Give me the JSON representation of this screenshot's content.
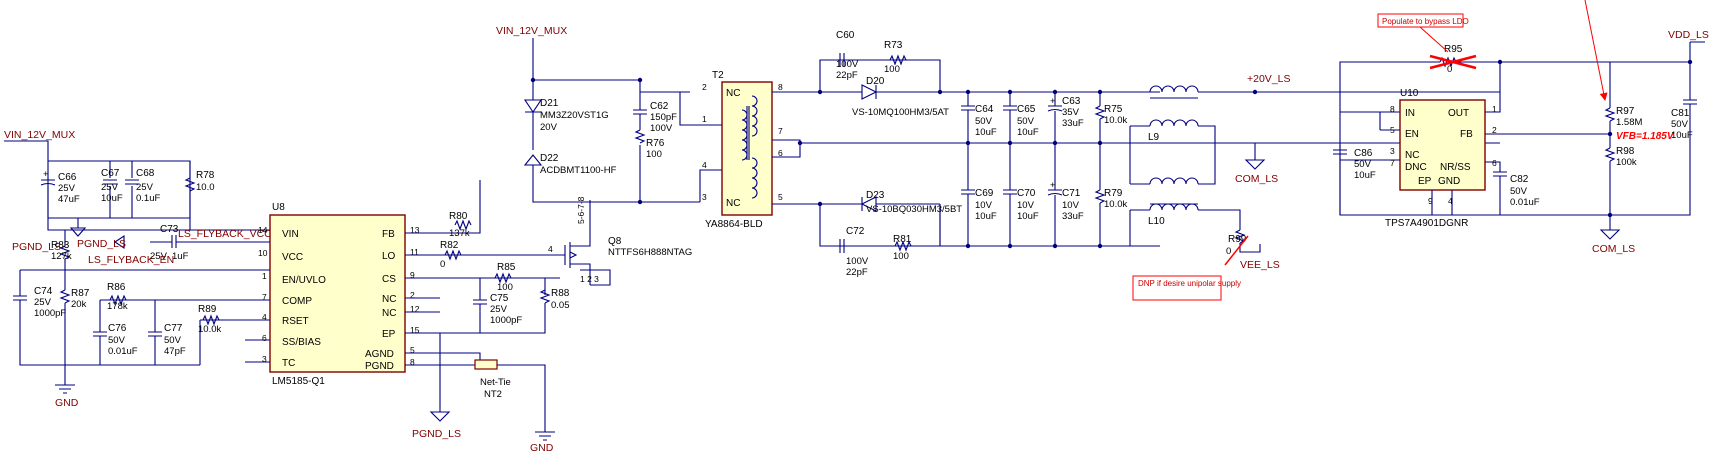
{
  "nets": {
    "vin_12v_mux_top": "VIN_12V_MUX",
    "vin_12v_mux_left": "VIN_12V_MUX",
    "pgnd_ls_1": "PGND_LS",
    "pgnd_ls_2": "PGND_LS",
    "pgnd_ls_3": "PGND_LS",
    "ls_flyback_vcc": "LS_FLYBACK_VCC",
    "ls_flyback_en": "LS_FLYBACK_EN",
    "gnd_1": "GND",
    "gnd_2": "GND",
    "v20_ls": "+20V_LS",
    "com_ls_1": "COM_LS",
    "com_ls_2": "COM_LS",
    "vee_ls": "VEE_LS",
    "vdd_ls": "VDD_LS"
  },
  "u8": {
    "ref": "U8",
    "part": "LM5185-Q1",
    "left_pins": [
      {
        "num": "14",
        "name": "VIN"
      },
      {
        "num": "10",
        "name": "VCC"
      },
      {
        "num": "1",
        "name": "EN/UVLO"
      },
      {
        "num": "7",
        "name": "COMP"
      },
      {
        "num": "4",
        "name": "RSET"
      },
      {
        "num": "6",
        "name": "SS/BIAS"
      },
      {
        "num": "3",
        "name": "TC"
      }
    ],
    "right_pins": [
      {
        "num": "13",
        "name": "FB"
      },
      {
        "num": "11",
        "name": "LO"
      },
      {
        "num": "9",
        "name": "CS"
      },
      {
        "num": "2",
        "name": "NC"
      },
      {
        "num": "12",
        "name": "NC"
      },
      {
        "num": "15",
        "name": "EP"
      },
      {
        "num": "5",
        "name": "AGND"
      },
      {
        "num": "8",
        "name": "PGND"
      }
    ]
  },
  "u10": {
    "ref": "U10",
    "part": "TPS7A4901DGNR",
    "left_pins": [
      {
        "num": "8",
        "name": "IN"
      },
      {
        "num": "5",
        "name": "EN"
      },
      {
        "num": "3",
        "name": "NC"
      },
      {
        "num": "7",
        "name": "DNC"
      }
    ],
    "right_pins": [
      {
        "num": "1",
        "name": "OUT"
      },
      {
        "num": "2",
        "name": "FB"
      },
      {
        "num": "6",
        "name": "NR/SS"
      }
    ],
    "bottom_pins": [
      {
        "num": "9",
        "name": "EP"
      },
      {
        "num": "4",
        "name": "GND"
      }
    ]
  },
  "t2": {
    "ref": "T2",
    "part": "YA8864-BLD",
    "nc_top": "NC",
    "nc_bottom": "NC",
    "pins": [
      "2",
      "1",
      "4",
      "3",
      "8",
      "7",
      "6",
      "5"
    ]
  },
  "q8": {
    "ref": "Q8",
    "part": "NTTFS6H888NTAG",
    "pins_top": "5-6-7-8",
    "pin_gate": "4",
    "pins_bottom": "1  2  3"
  },
  "diodes": [
    {
      "ref": "D21",
      "part": "MM3Z20VST1G",
      "value": "20V"
    },
    {
      "ref": "D22",
      "part": "ACDBMT1100-HF"
    },
    {
      "ref": "D20",
      "part": "VS-10MQ100HM3/5AT"
    },
    {
      "ref": "D23",
      "part": "VS-10BQ030HM3/5BT"
    }
  ],
  "inductors": [
    {
      "ref": "L9"
    },
    {
      "ref": "L10"
    }
  ],
  "net_tie": {
    "label": "Net-Tie",
    "ref": "NT2"
  },
  "caps": {
    "C66": {
      "ref": "C66",
      "v1": "25V",
      "v2": "47uF"
    },
    "C67": {
      "ref": "C67",
      "v1": "25V",
      "v2": "10uF"
    },
    "C68": {
      "ref": "C68",
      "v1": "25V",
      "v2": "0.1uF"
    },
    "C73": {
      "ref": "C73",
      "v1": "25V",
      "v2": "1uF"
    },
    "C74": {
      "ref": "C74",
      "v1": "25V",
      "v2": "1000pF"
    },
    "C76": {
      "ref": "C76",
      "v1": "50V",
      "v2": "0.01uF"
    },
    "C77": {
      "ref": "C77",
      "v1": "50V",
      "v2": "47pF"
    },
    "C75": {
      "ref": "C75",
      "v1": "25V",
      "v2": "1000pF"
    },
    "C62": {
      "ref": "C62",
      "v1": "150pF",
      "v2": "100V"
    },
    "C60": {
      "ref": "C60",
      "v1": "100V",
      "v2": "22pF"
    },
    "C72": {
      "ref": "C72",
      "v1": "100V",
      "v2": "22pF"
    },
    "C64": {
      "ref": "C64",
      "v1": "50V",
      "v2": "10uF"
    },
    "C65": {
      "ref": "C65",
      "v1": "50V",
      "v2": "10uF"
    },
    "C63": {
      "ref": "C63",
      "v1": "35V",
      "v2": "33uF"
    },
    "C69": {
      "ref": "C69",
      "v1": "10V",
      "v2": "10uF"
    },
    "C70": {
      "ref": "C70",
      "v1": "10V",
      "v2": "10uF"
    },
    "C71": {
      "ref": "C71",
      "v1": "10V",
      "v2": "33uF"
    },
    "C86": {
      "ref": "C86",
      "v1": "50V",
      "v2": "10uF"
    },
    "C82": {
      "ref": "C82",
      "v1": "50V",
      "v2": "0.01uF"
    },
    "C81": {
      "ref": "C81",
      "v1": "50V",
      "v2": "10uF"
    }
  },
  "res": {
    "R78": {
      "ref": "R78",
      "v": "10.0"
    },
    "R83": {
      "ref": "R83",
      "v": "127k"
    },
    "R87": {
      "ref": "R87",
      "v": "20k"
    },
    "R86": {
      "ref": "R86",
      "v": "178k"
    },
    "R89": {
      "ref": "R89",
      "v": "10.0k"
    },
    "R80": {
      "ref": "R80",
      "v": "137k"
    },
    "R82": {
      "ref": "R82",
      "v": "0"
    },
    "R85": {
      "ref": "R85",
      "v": "100"
    },
    "R88": {
      "ref": "R88",
      "v": "0.05"
    },
    "R76": {
      "ref": "R76",
      "v": "100"
    },
    "R73": {
      "ref": "R73",
      "v": "100"
    },
    "R81": {
      "ref": "R81",
      "v": "100"
    },
    "R75": {
      "ref": "R75",
      "v": "10.0k"
    },
    "R79": {
      "ref": "R79",
      "v": "10.0k"
    },
    "R99": {
      "ref": "R99",
      "v": "0"
    },
    "R95": {
      "ref": "R95",
      "v": "0"
    },
    "R97": {
      "ref": "R97",
      "v": "1.58M"
    },
    "R98": {
      "ref": "R98",
      "v": "100k"
    }
  },
  "notes": {
    "bypass_ldo": "Populate to bypass LDO",
    "dnp_unipolar": "DNP if desire unipolar supply",
    "vfb": "VFB=1.185V"
  },
  "colors": {
    "wire": "#000080",
    "net_label": "#800000",
    "ic_box": "#800000",
    "ic_fill": "#ffffcc",
    "annotation": "#ff0000"
  }
}
